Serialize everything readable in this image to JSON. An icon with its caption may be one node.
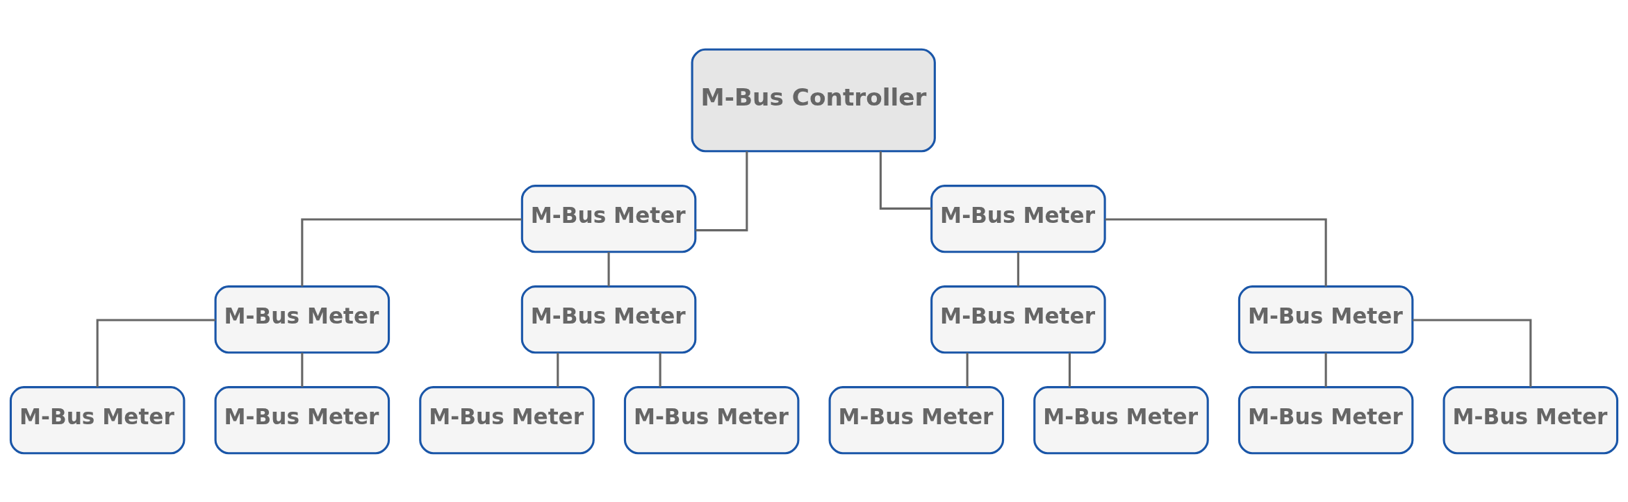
{
  "diagram": {
    "nodes": [
      {
        "text": [
          "M-Bus Controller"
        ]
      },
      {
        "text": [
          "M-Bus Meter"
        ]
      },
      {
        "text": [
          "M-Bus Meter"
        ]
      },
      {
        "text": [
          "M-Bus Meter"
        ]
      },
      {
        "text": [
          "M-Bus Meter"
        ]
      },
      {
        "text": [
          "M-Bus Meter"
        ]
      },
      {
        "text": [
          "M-Bus Meter"
        ]
      },
      {
        "text": [
          "M-Bus Meter"
        ]
      },
      {
        "text": [
          "M-Bus Meter"
        ]
      },
      {
        "text": [
          "M-Bus Meter"
        ]
      },
      {
        "text": [
          "M-Bus Meter"
        ]
      },
      {
        "text": [
          "M-Bus Meter"
        ]
      },
      {
        "text": [
          "M-Bus Meter"
        ]
      },
      {
        "text": [
          "M-Bus Meter"
        ]
      },
      {
        "text": [
          "M-Bus Meter"
        ]
      }
    ],
    "edges": [
      {
        "from": 0,
        "to": 1,
        "arrow": "none"
      },
      {
        "from": 0,
        "to": 2,
        "arrow": "none"
      },
      {
        "from": 1,
        "to": 3,
        "arrow": "none"
      },
      {
        "from": 1,
        "to": 4,
        "arrow": "none"
      },
      {
        "from": 2,
        "to": 5,
        "arrow": "none"
      },
      {
        "from": 2,
        "to": 6,
        "arrow": "none"
      },
      {
        "from": 3,
        "to": 7,
        "arrow": "none"
      },
      {
        "from": 3,
        "to": 8,
        "arrow": "none"
      },
      {
        "from": 4,
        "to": 9,
        "arrow": "none"
      },
      {
        "from": 4,
        "to": 10,
        "arrow": "none"
      },
      {
        "from": 5,
        "to": 11,
        "arrow": "none"
      },
      {
        "from": 5,
        "to": 12,
        "arrow": "none"
      },
      {
        "from": 6,
        "to": 13,
        "arrow": "none"
      },
      {
        "from": 6,
        "to": 14,
        "arrow": "none"
      }
    ]
  }
}
